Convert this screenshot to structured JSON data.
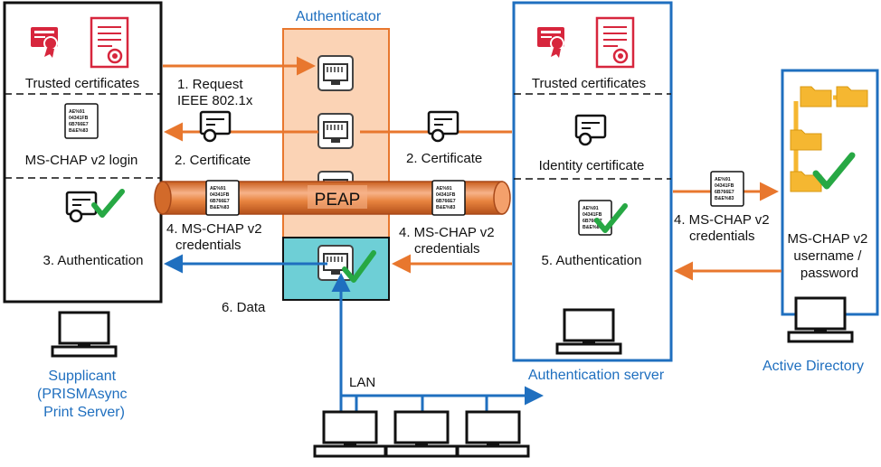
{
  "titles": {
    "authenticator": "Authenticator",
    "supplicant": [
      "Supplicant",
      "(PRISMAsync",
      "Print Server)"
    ],
    "auth_server": "Authentication server",
    "active_directory": "Active Directory"
  },
  "supplicant_box": {
    "trusted_certificates": "Trusted certificates",
    "mschap_login": "MS-CHAP v2 login",
    "authentication": "3. Authentication"
  },
  "server_box": {
    "trusted_certificates": "Trusted certificates",
    "identity_certificate": "Identity certificate",
    "authentication": "5. Authentication"
  },
  "ad_box": {
    "credentials": [
      "MS-CHAP v2",
      "username /",
      "password"
    ]
  },
  "steps": {
    "request": [
      "1. Request",
      "IEEE 802.1x"
    ],
    "certificate_left": "2. Certificate",
    "certificate_right": "2. Certificate",
    "creds_left": [
      "4. MS-CHAP v2",
      "credentials"
    ],
    "creds_mid": [
      "4. MS-CHAP v2",
      "credentials"
    ],
    "creds_right": [
      "4. MS-CHAP v2",
      "credentials"
    ],
    "data": "6. Data",
    "lan": "LAN"
  },
  "tunnel": {
    "label": "PEAP"
  },
  "hash_text": [
    "AE%91",
    "04341FB",
    "6B766E7",
    "B&E%83"
  ],
  "colors": {
    "orange": "#e8772e",
    "blue": "#1f6fbf",
    "authenticator_fill": "#fbd3b5",
    "port_fill": "#6ecfd6",
    "cert_red": "#d7263d",
    "check_green": "#27a844",
    "folder_yellow": "#f5b731"
  },
  "icons": [
    "certificate-red-icon",
    "document-certificate-icon",
    "hash-document-icon",
    "certificate-icon",
    "checkmark-icon",
    "ethernet-port-icon",
    "computer-icon",
    "folder-icon"
  ]
}
